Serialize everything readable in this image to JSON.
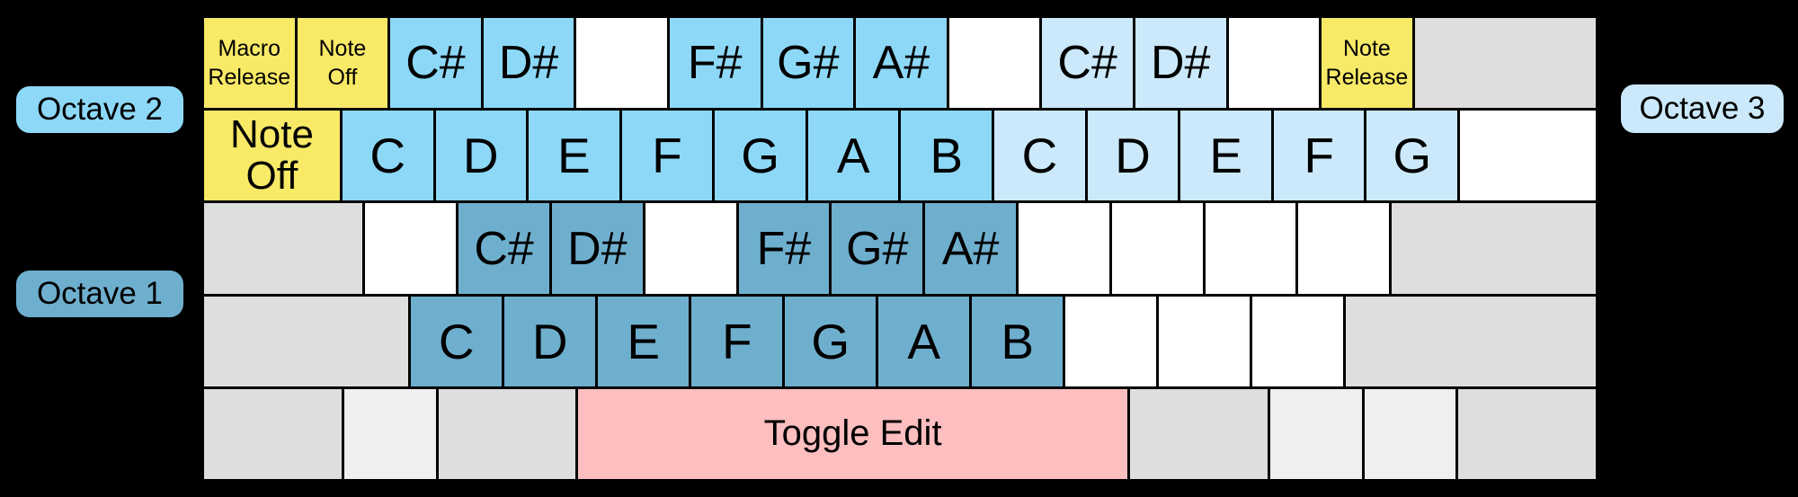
{
  "colors": {
    "background": "#000000",
    "yellow": "#F8E967",
    "octave2": "#8DD8F7",
    "octave3": "#CBE9FB",
    "octave1": "#6FAFCE",
    "pink": "#FCBEBF",
    "gray": "#DEDEDE",
    "lightgray": "#EFEFEF",
    "white": "#FFFFFF",
    "text": "#000000"
  },
  "labels": {
    "octave2": "Octave 2",
    "octave1": "Octave 1",
    "octave3": "Octave 3"
  },
  "keyboard": {
    "rows": [
      {
        "keys": [
          {
            "label": "Macro\nRelease",
            "color": "yellow",
            "w": 1,
            "size": "small",
            "name": "key-macro-release"
          },
          {
            "label": "Note\nOff",
            "color": "yellow",
            "w": 1,
            "size": "small",
            "name": "key-note-off-row1"
          },
          {
            "label": "C#",
            "color": "octave2",
            "w": 1,
            "size": "sharp",
            "name": "key-c-sharp-octave2"
          },
          {
            "label": "D#",
            "color": "octave2",
            "w": 1,
            "size": "sharp",
            "name": "key-d-sharp-octave2"
          },
          {
            "label": "",
            "color": "white",
            "w": 1,
            "size": "none",
            "name": "key-unmapped"
          },
          {
            "label": "F#",
            "color": "octave2",
            "w": 1,
            "size": "sharp",
            "name": "key-f-sharp-octave2"
          },
          {
            "label": "G#",
            "color": "octave2",
            "w": 1,
            "size": "sharp",
            "name": "key-g-sharp-octave2"
          },
          {
            "label": "A#",
            "color": "octave2",
            "w": 1,
            "size": "sharp",
            "name": "key-a-sharp-octave2"
          },
          {
            "label": "",
            "color": "white",
            "w": 1,
            "size": "none",
            "name": "key-unmapped"
          },
          {
            "label": "C#",
            "color": "octave3",
            "w": 1,
            "size": "sharp",
            "name": "key-c-sharp-octave3"
          },
          {
            "label": "D#",
            "color": "octave3",
            "w": 1,
            "size": "sharp",
            "name": "key-d-sharp-octave3"
          },
          {
            "label": "",
            "color": "white",
            "w": 1,
            "size": "none",
            "name": "key-unmapped"
          },
          {
            "label": "Note\nRelease",
            "color": "yellow",
            "w": 1,
            "size": "small",
            "name": "key-note-release"
          },
          {
            "label": "",
            "color": "gray",
            "w": 2,
            "size": "none",
            "name": "key-modifier-backspace"
          }
        ]
      },
      {
        "keys": [
          {
            "label": "Note\nOff",
            "color": "yellow",
            "w": 1.5,
            "size": "tab",
            "name": "key-note-off-tab"
          },
          {
            "label": "C",
            "color": "octave2",
            "w": 1,
            "size": "note",
            "name": "key-c-octave2"
          },
          {
            "label": "D",
            "color": "octave2",
            "w": 1,
            "size": "note",
            "name": "key-d-octave2"
          },
          {
            "label": "E",
            "color": "octave2",
            "w": 1,
            "size": "note",
            "name": "key-e-octave2"
          },
          {
            "label": "F",
            "color": "octave2",
            "w": 1,
            "size": "note",
            "name": "key-f-octave2"
          },
          {
            "label": "G",
            "color": "octave2",
            "w": 1,
            "size": "note",
            "name": "key-g-octave2"
          },
          {
            "label": "A",
            "color": "octave2",
            "w": 1,
            "size": "note",
            "name": "key-a-octave2"
          },
          {
            "label": "B",
            "color": "octave2",
            "w": 1,
            "size": "note",
            "name": "key-b-octave2"
          },
          {
            "label": "C",
            "color": "octave3",
            "w": 1,
            "size": "note",
            "name": "key-c-octave3"
          },
          {
            "label": "D",
            "color": "octave3",
            "w": 1,
            "size": "note",
            "name": "key-d-octave3"
          },
          {
            "label": "E",
            "color": "octave3",
            "w": 1,
            "size": "note",
            "name": "key-e-octave3"
          },
          {
            "label": "F",
            "color": "octave3",
            "w": 1,
            "size": "note",
            "name": "key-f-octave3"
          },
          {
            "label": "G",
            "color": "octave3",
            "w": 1,
            "size": "note",
            "name": "key-g-octave3"
          },
          {
            "label": "",
            "color": "white",
            "w": 1.5,
            "size": "none",
            "name": "key-unmapped"
          }
        ]
      },
      {
        "keys": [
          {
            "label": "",
            "color": "gray",
            "w": 1.75,
            "size": "none",
            "name": "key-modifier-capslock"
          },
          {
            "label": "",
            "color": "white",
            "w": 1,
            "size": "none",
            "name": "key-unmapped"
          },
          {
            "label": "C#",
            "color": "octave1",
            "w": 1,
            "size": "sharp",
            "name": "key-c-sharp-octave1"
          },
          {
            "label": "D#",
            "color": "octave1",
            "w": 1,
            "size": "sharp",
            "name": "key-d-sharp-octave1"
          },
          {
            "label": "",
            "color": "white",
            "w": 1,
            "size": "none",
            "name": "key-unmapped"
          },
          {
            "label": "F#",
            "color": "octave1",
            "w": 1,
            "size": "sharp",
            "name": "key-f-sharp-octave1"
          },
          {
            "label": "G#",
            "color": "octave1",
            "w": 1,
            "size": "sharp",
            "name": "key-g-sharp-octave1"
          },
          {
            "label": "A#",
            "color": "octave1",
            "w": 1,
            "size": "sharp",
            "name": "key-a-sharp-octave1"
          },
          {
            "label": "",
            "color": "white",
            "w": 1,
            "size": "none",
            "name": "key-unmapped"
          },
          {
            "label": "",
            "color": "white",
            "w": 1,
            "size": "none",
            "name": "key-unmapped"
          },
          {
            "label": "",
            "color": "white",
            "w": 1,
            "size": "none",
            "name": "key-unmapped"
          },
          {
            "label": "",
            "color": "white",
            "w": 1,
            "size": "none",
            "name": "key-unmapped"
          },
          {
            "label": "",
            "color": "gray",
            "w": 2.25,
            "size": "none",
            "name": "key-modifier-enter"
          }
        ]
      },
      {
        "keys": [
          {
            "label": "",
            "color": "gray",
            "w": 2.25,
            "size": "none",
            "name": "key-modifier-left-shift"
          },
          {
            "label": "C",
            "color": "octave1",
            "w": 1,
            "size": "note",
            "name": "key-c-octave1"
          },
          {
            "label": "D",
            "color": "octave1",
            "w": 1,
            "size": "note",
            "name": "key-d-octave1"
          },
          {
            "label": "E",
            "color": "octave1",
            "w": 1,
            "size": "note",
            "name": "key-e-octave1"
          },
          {
            "label": "F",
            "color": "octave1",
            "w": 1,
            "size": "note",
            "name": "key-f-octave1"
          },
          {
            "label": "G",
            "color": "octave1",
            "w": 1,
            "size": "note",
            "name": "key-g-octave1"
          },
          {
            "label": "A",
            "color": "octave1",
            "w": 1,
            "size": "note",
            "name": "key-a-octave1"
          },
          {
            "label": "B",
            "color": "octave1",
            "w": 1,
            "size": "note",
            "name": "key-b-octave1"
          },
          {
            "label": "",
            "color": "white",
            "w": 1,
            "size": "none",
            "name": "key-unmapped"
          },
          {
            "label": "",
            "color": "white",
            "w": 1,
            "size": "none",
            "name": "key-unmapped"
          },
          {
            "label": "",
            "color": "white",
            "w": 1,
            "size": "none",
            "name": "key-unmapped"
          },
          {
            "label": "",
            "color": "gray",
            "w": 2.75,
            "size": "none",
            "name": "key-modifier-right-shift"
          }
        ]
      },
      {
        "keys": [
          {
            "label": "",
            "color": "gray",
            "w": 1.5,
            "size": "none",
            "name": "key-modifier"
          },
          {
            "label": "",
            "color": "lightgray",
            "w": 1,
            "size": "none",
            "name": "key-modifier"
          },
          {
            "label": "",
            "color": "gray",
            "w": 1.5,
            "size": "none",
            "name": "key-modifier"
          },
          {
            "label": "Toggle Edit",
            "color": "pink",
            "w": 6,
            "size": "space",
            "name": "key-toggle-edit"
          },
          {
            "label": "",
            "color": "gray",
            "w": 1.5,
            "size": "none",
            "name": "key-modifier"
          },
          {
            "label": "",
            "color": "lightgray",
            "w": 1,
            "size": "none",
            "name": "key-modifier"
          },
          {
            "label": "",
            "color": "lightgray",
            "w": 1,
            "size": "none",
            "name": "key-modifier"
          },
          {
            "label": "",
            "color": "gray",
            "w": 1.5,
            "size": "none",
            "name": "key-modifier"
          }
        ]
      }
    ]
  }
}
